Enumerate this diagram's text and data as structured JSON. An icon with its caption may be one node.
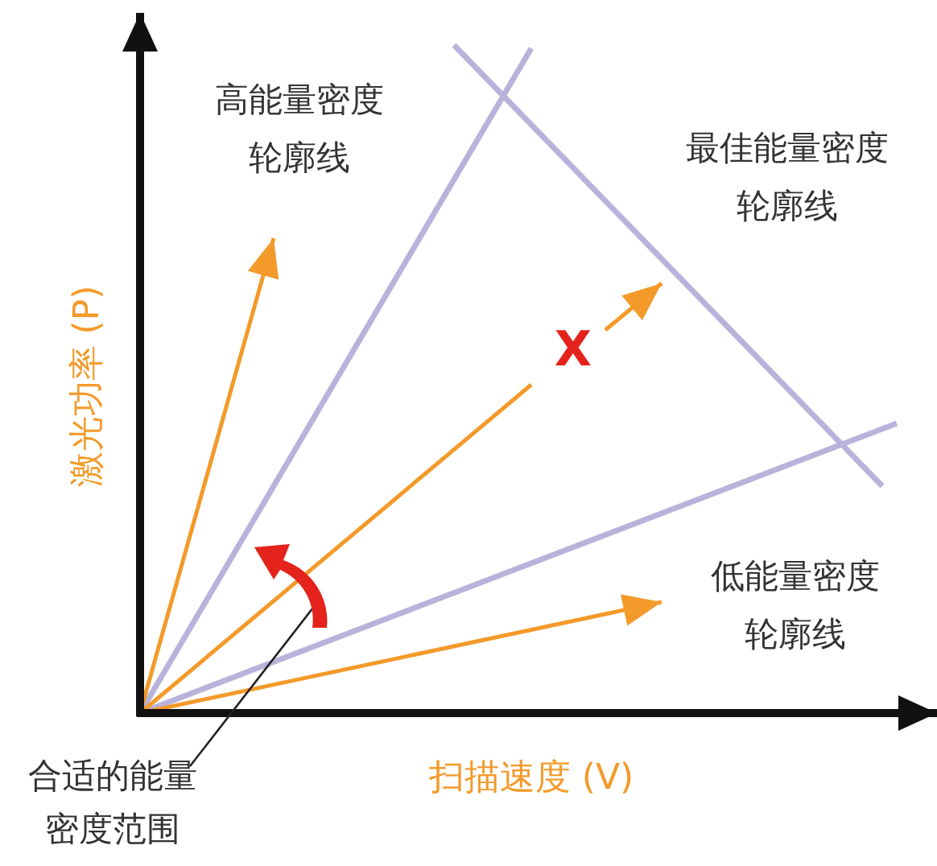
{
  "diagram": {
    "nodes": [
      {
        "text": [
          "合适的能量密度范围"
        ]
      },
      {
        "text": [],
        "shape": "arc"
      }
    ],
    "edges": [
      {
        "from": 0,
        "to": 1,
        "arrow": "none"
      }
    ],
    "labels": [
      "高能量密度轮廓线",
      "最佳能量密度轮廓线",
      "激光功率 (P)",
      "X",
      "低能量密度轮廓线",
      "扫描速度 (V)"
    ]
  }
}
